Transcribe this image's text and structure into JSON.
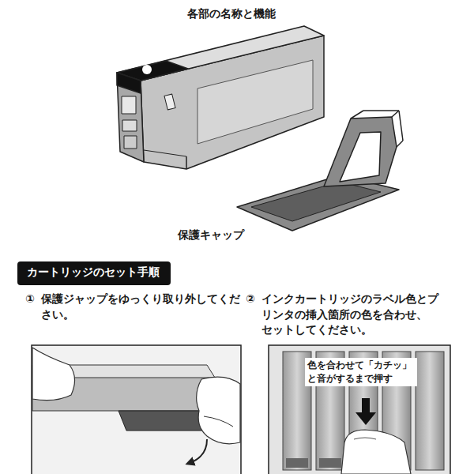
{
  "diagram": {
    "title": "各部の名称と機能",
    "nodes": [
      {
        "text": [
          "カートリッジのセット手順"
        ]
      }
    ],
    "labels": [
      "保護キャップ",
      "①",
      "保護ジャップをゆっくり取り外してくだ さい。",
      "②",
      "インクカートリッジのラベル色とプ リンタの挿入箇所の色を合わせ、 セットしてください。",
      "色を合わせて「カチッ」 と音がするまで押す"
    ]
  }
}
